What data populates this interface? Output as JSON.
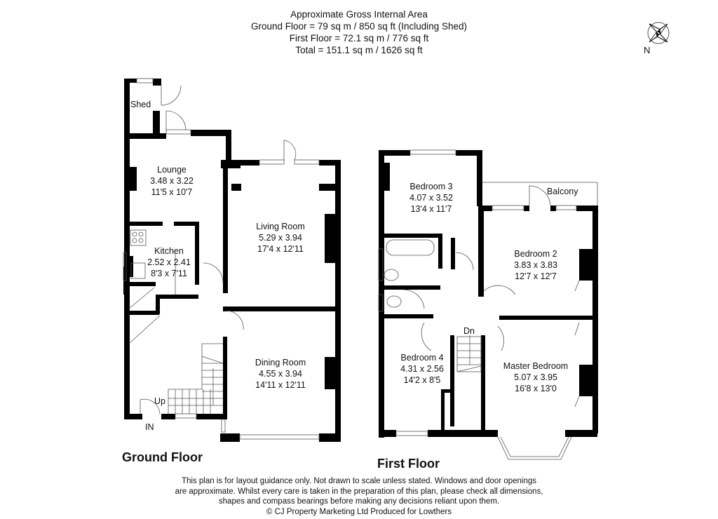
{
  "header": {
    "title": "Approximate Gross Internal Area",
    "ground_floor": "Ground Floor = 79 sq m / 850 sq ft (Including Shed)",
    "first_floor": "First Floor = 72.1 sq m / 776 sq ft",
    "total": "Total = 151.1 sq m / 1626 sq ft"
  },
  "compass": {
    "label": "N",
    "icon": "compass-rose-icon"
  },
  "ground_floor": {
    "title": "Ground Floor",
    "rooms": [
      {
        "name": "Shed",
        "metric": "",
        "imperial": ""
      },
      {
        "name": "Lounge",
        "metric": "3.48 x 3.22",
        "imperial": "11'5 x 10'7"
      },
      {
        "name": "Kitchen",
        "metric": "2.52 x 2.41",
        "imperial": "8'3 x 7'11"
      },
      {
        "name": "Living Room",
        "metric": "5.29 x 3.94",
        "imperial": "17'4 x 12'11"
      },
      {
        "name": "Dining Room",
        "metric": "4.55 x 3.94",
        "imperial": "14'11 x 12'11"
      }
    ],
    "stairs_label": "Up",
    "entrance_label": "IN"
  },
  "first_floor": {
    "title": "First Floor",
    "rooms": [
      {
        "name": "Bedroom 3",
        "metric": "4.07 x 3.52",
        "imperial": "13'4 x 11'7"
      },
      {
        "name": "Balcony",
        "metric": "",
        "imperial": ""
      },
      {
        "name": "Bedroom 2",
        "metric": "3.83 x 3.83",
        "imperial": "12'7 x 12'7"
      },
      {
        "name": "Bedroom 4",
        "metric": "4.31 x 2.56",
        "imperial": "14'2 x 8'5"
      },
      {
        "name": "Master Bedroom",
        "metric": "5.07 x 3.95",
        "imperial": "16'8 x 13'0"
      }
    ],
    "stairs_label": "Dn"
  },
  "footer": {
    "line1": "This plan is for layout guidance only. Not drawn to scale unless stated. Windows and door openings",
    "line2": "are approximate. Whilst every care is taken in the preparation of this plan, please check all dimensions,",
    "line3": "shapes and compass bearings before making any decisions reliant upon them.",
    "line4": "© CJ Property Marketing Ltd      Produced for Lowthers"
  }
}
